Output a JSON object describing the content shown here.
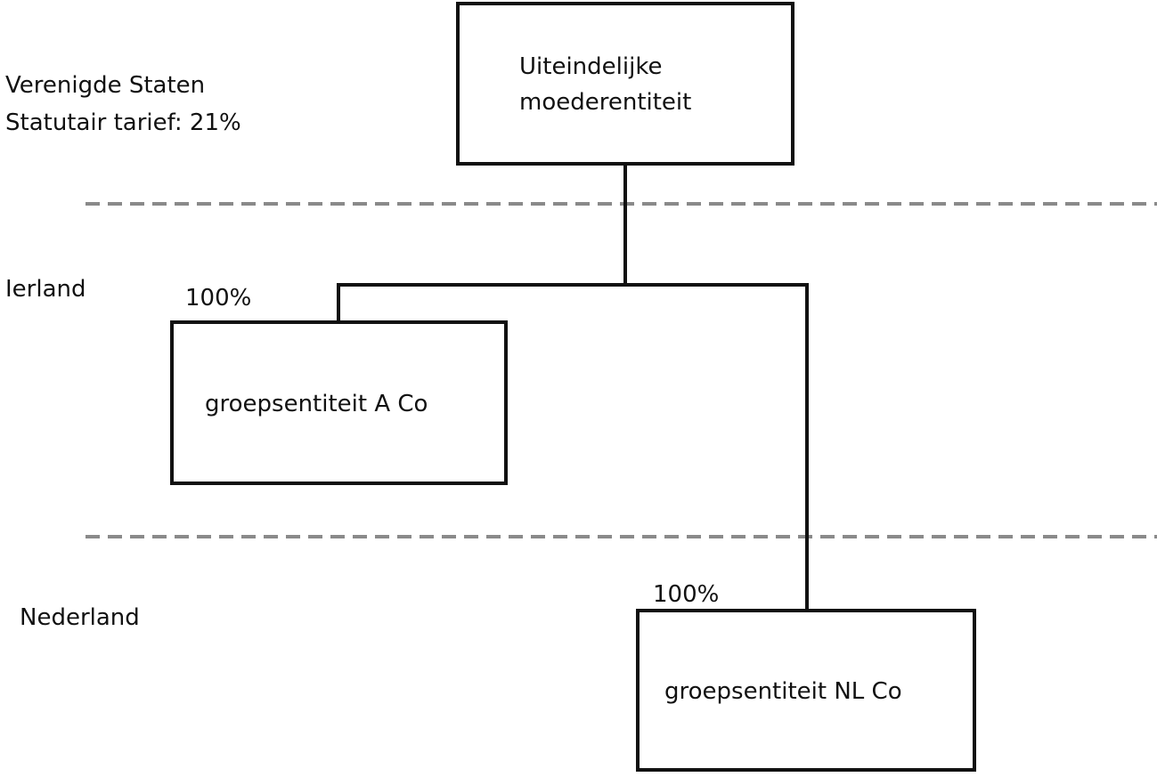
{
  "jurisdictions": {
    "us": {
      "name": "Verenigde Staten",
      "rate": "Statutair tarief: 21%"
    },
    "ireland": {
      "name": "Ierland"
    },
    "netherlands": {
      "name": "Nederland"
    }
  },
  "entities": {
    "parent": {
      "line1": "Uiteindelijke",
      "line2": "moederentiteit"
    },
    "a_co": {
      "label": "groepsentiteit A Co",
      "ownership": "100%"
    },
    "nl_co": {
      "label": "groepsentiteit NL Co",
      "ownership": "100%"
    }
  },
  "colors": {
    "line": "#111111",
    "divider": "#8a8a8a",
    "background": "#ffffff"
  }
}
